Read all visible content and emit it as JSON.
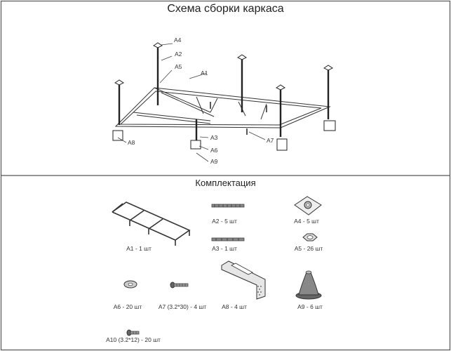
{
  "top_title": "Схема сборки каркаса",
  "kit_title": "Комплектация",
  "assembly_labels": {
    "a4": "A4",
    "a2": "A2",
    "a5": "A5",
    "a1": "A1",
    "a3": "A3",
    "a6": "A6",
    "a9": "A9",
    "a8": "A8",
    "a7": "A7"
  },
  "parts": [
    {
      "caption": "A1 - 1 шт",
      "icon": "frame-grid-icon"
    },
    {
      "caption": "A2 - 5 шт",
      "icon": "long-threaded-rod-icon"
    },
    {
      "caption": "A4 - 5 шт",
      "icon": "mounting-plate-icon"
    },
    {
      "caption": "A3 - 1 шт",
      "icon": "short-threaded-rod-icon"
    },
    {
      "caption": "A5 - 26 шт",
      "icon": "hex-nut-icon"
    },
    {
      "caption": "A6 - 20 шт",
      "icon": "washer-icon"
    },
    {
      "caption": "A7 (3.2*30) - 4 шт",
      "icon": "screw-icon"
    },
    {
      "caption": "A8 - 4 шт",
      "icon": "l-bracket-icon"
    },
    {
      "caption": "A9 - 6 шт",
      "icon": "rubber-foot-icon"
    },
    {
      "caption": "A10 (3.2*12) - 20 шт",
      "icon": "short-screw-icon"
    }
  ]
}
